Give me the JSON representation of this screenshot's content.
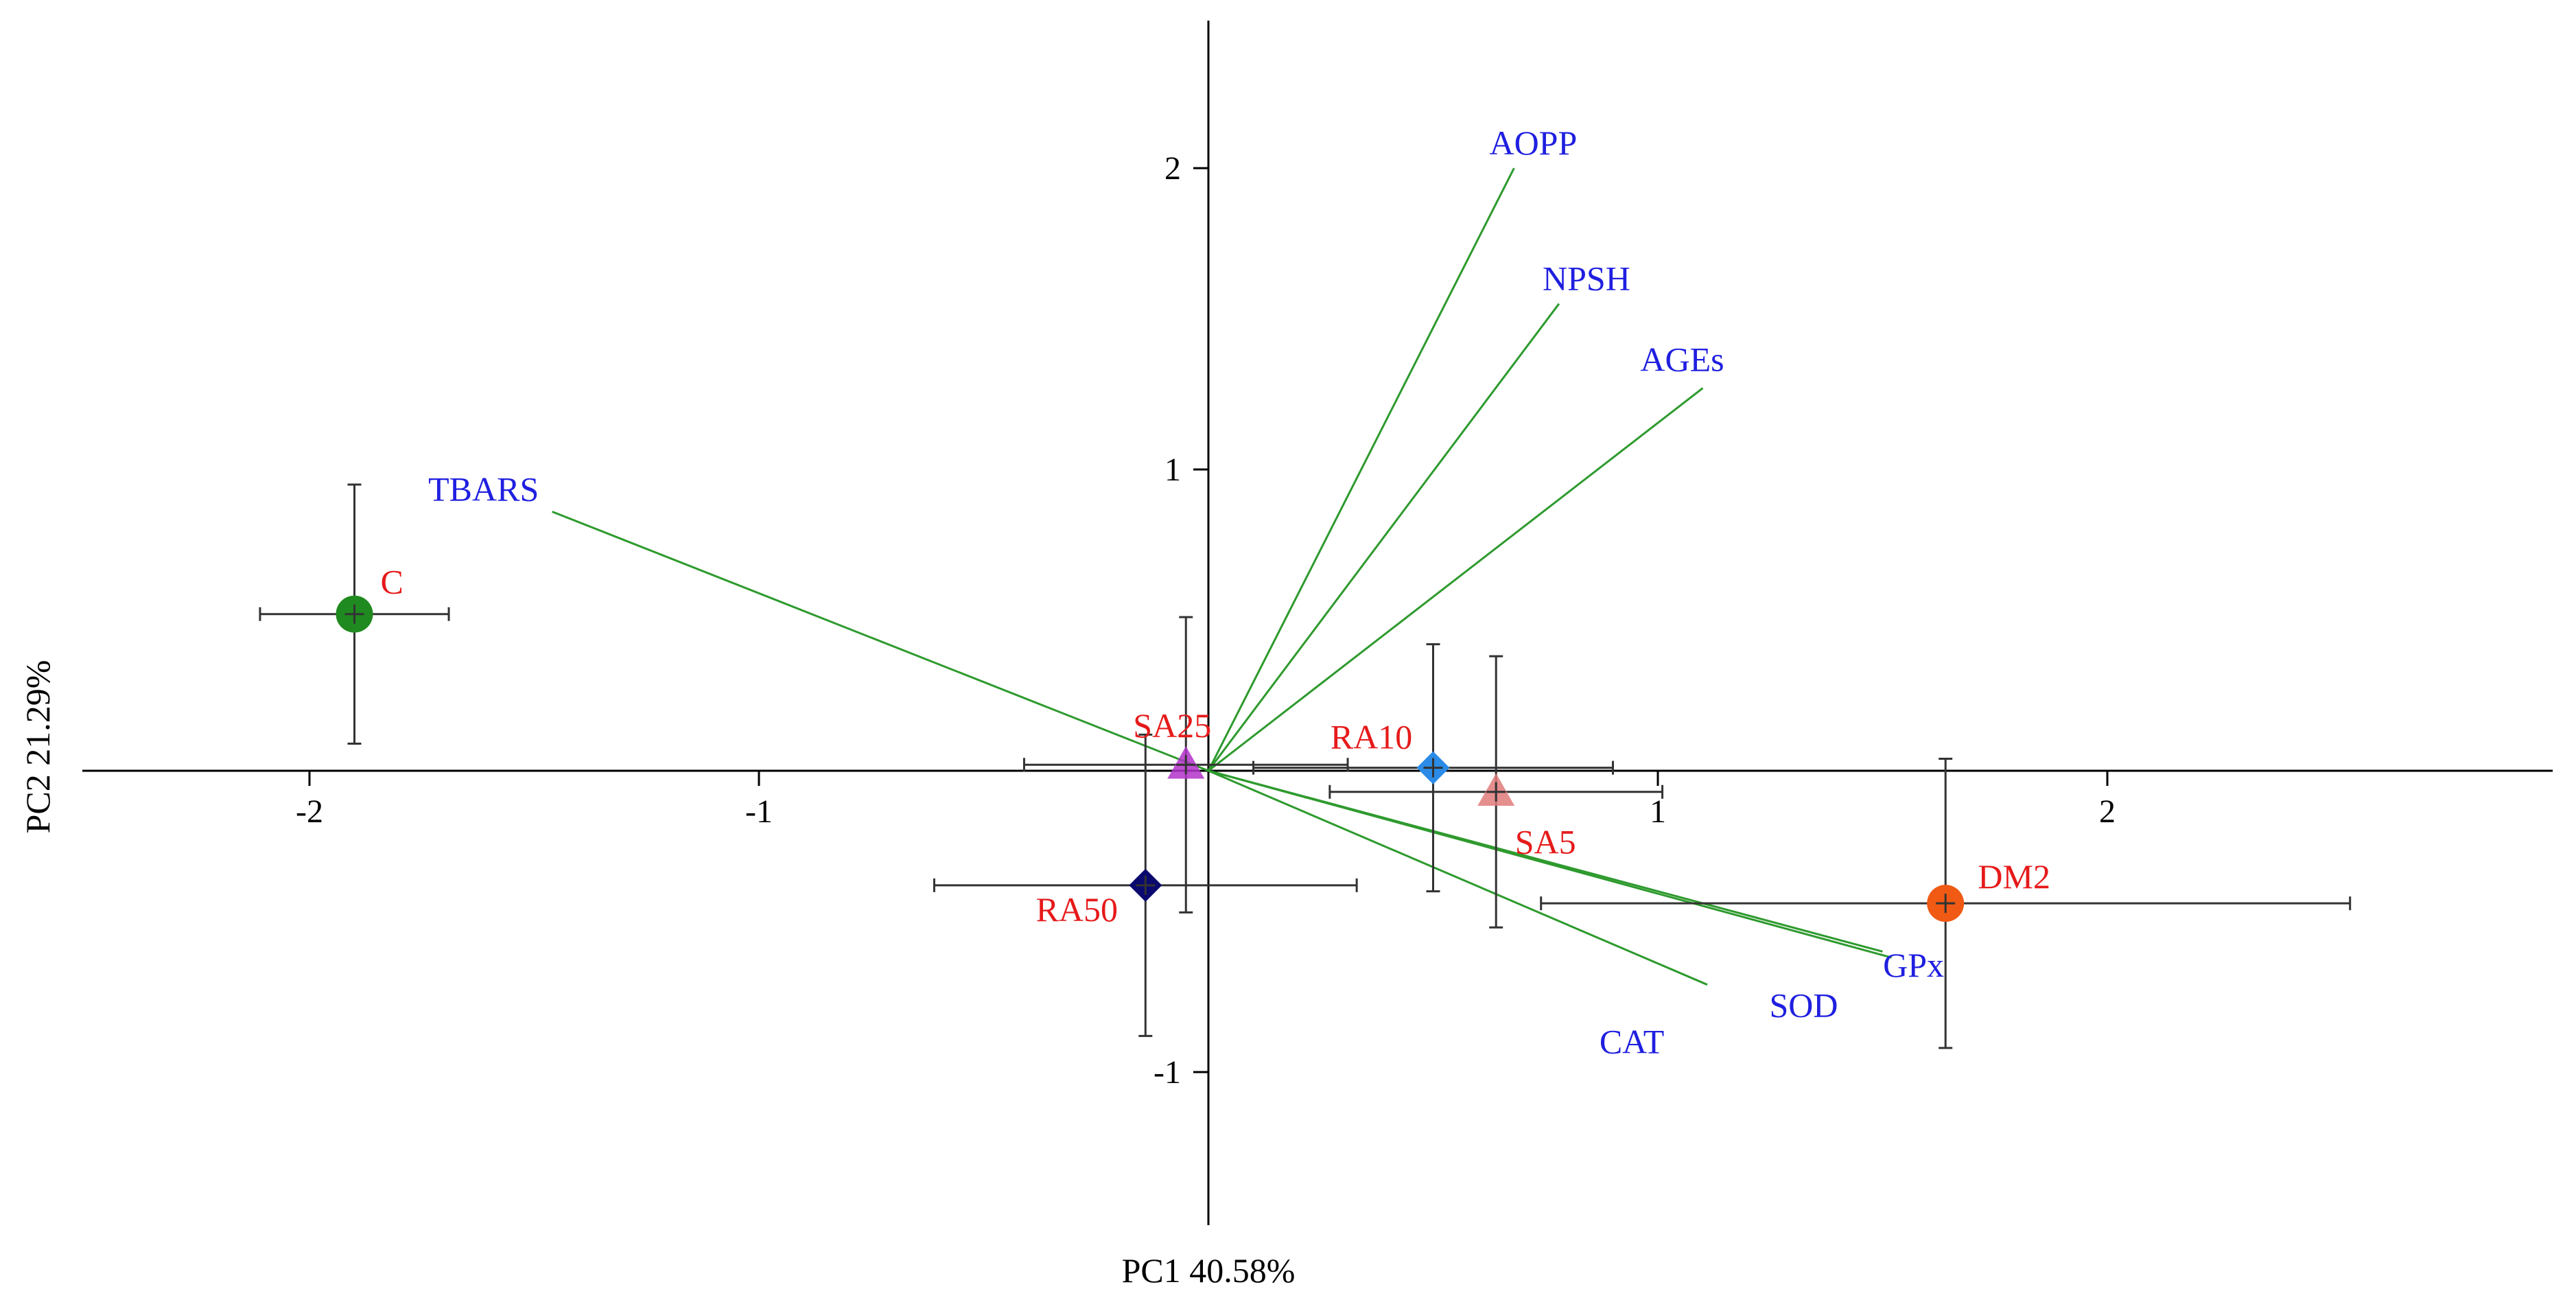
{
  "chart_data": {
    "type": "scatter",
    "subtype": "pca-biplot",
    "xlabel": "PC1 40.58%",
    "ylabel": "PC2 21.29%",
    "xlim": [
      -2.5,
      3.0
    ],
    "ylim": [
      -1.5,
      2.5
    ],
    "xticks": [
      -2,
      -1,
      1,
      2
    ],
    "yticks": [
      -1,
      1,
      2
    ],
    "grid": false,
    "legend": "none",
    "groups": [
      {
        "name": "C",
        "x": -1.9,
        "y": 0.52,
        "xerr": 0.21,
        "yerr": 0.43,
        "marker": "circle",
        "color": "#1f8a1f"
      },
      {
        "name": "SA25",
        "x": -0.05,
        "y": 0.02,
        "xerr": 0.36,
        "yerr": 0.49,
        "marker": "triangle",
        "color": "#b233c9"
      },
      {
        "name": "RA10",
        "x": 0.5,
        "y": 0.01,
        "xerr": 0.4,
        "yerr": 0.41,
        "marker": "diamond",
        "color": "#2b8be6"
      },
      {
        "name": "SA5",
        "x": 0.64,
        "y": -0.07,
        "xerr": 0.37,
        "yerr": 0.45,
        "marker": "triangle",
        "color": "#e07a7a"
      },
      {
        "name": "RA50",
        "x": -0.14,
        "y": -0.38,
        "xerr": 0.47,
        "yerr": 0.5,
        "marker": "diamond",
        "color": "#0a0a6e"
      },
      {
        "name": "DM2",
        "x": 1.64,
        "y": -0.44,
        "xerr": 0.9,
        "yerr": 0.48,
        "marker": "circle",
        "color": "#f05a14"
      }
    ],
    "loadings": [
      {
        "name": "AOPP",
        "x": 0.68,
        "y": 2.0
      },
      {
        "name": "NPSH",
        "x": 0.78,
        "y": 1.55
      },
      {
        "name": "AGEs",
        "x": 1.1,
        "y": 1.27
      },
      {
        "name": "TBARS",
        "x": -1.46,
        "y": 0.86
      },
      {
        "name": "CAT",
        "x": 1.11,
        "y": -0.71
      },
      {
        "name": "SOD",
        "x": 1.5,
        "y": -0.6
      },
      {
        "name": "GPx",
        "x": 1.52,
        "y": -0.62
      }
    ],
    "colors": {
      "vector": "#2e9a2e",
      "variable_label": "#1f1fe0",
      "group_label": "#e61a1a",
      "error_bar": "#333333"
    }
  }
}
